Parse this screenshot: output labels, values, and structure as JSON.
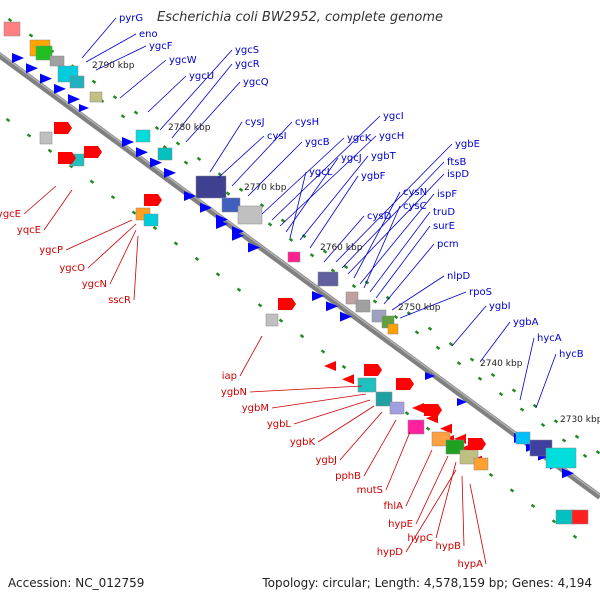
{
  "title": "Escherichia coli BW2952, complete genome",
  "footer": {
    "accession": "Accession: NC_012759",
    "summary": "Topology: circular; Length: 4,578,159 bp; Genes: 4,194"
  },
  "colors": {
    "plus_label": "#0000cc",
    "minus_label": "#cc0000",
    "plus_feature": "#0000ff",
    "minus_feature": "#ff0000",
    "backbone": "#808080",
    "tick": "#228b22"
  },
  "kbp_ticks": [
    "2790 kbp",
    "2780 kbp",
    "2770 kbp",
    "2760 kbp",
    "2750 kbp",
    "2740 kbp",
    "2730 kbp"
  ],
  "plus_genes": [
    "pyrG",
    "eno",
    "ygcF",
    "ygcW",
    "ygcU",
    "ygcS",
    "ygcR",
    "ygcQ",
    "cysJ",
    "cysI",
    "cysH",
    "ygcB",
    "ygcK",
    "ygcI",
    "ygcH",
    "ygcJ",
    "ygbT",
    "ygcL",
    "ygbF",
    "ygbE",
    "ftsB",
    "ispD",
    "cysN",
    "ispF",
    "cysC",
    "truD",
    "cysD",
    "surE",
    "pcm",
    "nlpD",
    "rpoS",
    "ygbI",
    "ygbA",
    "hycA",
    "hycB"
  ],
  "minus_genes": [
    "ygcE",
    "yqcE",
    "ygcP",
    "ygcO",
    "ygcN",
    "sscR",
    "iap",
    "ygbN",
    "ygbM",
    "ygbL",
    "ygbK",
    "ygbJ",
    "pphB",
    "mutS",
    "fhlA",
    "hypE",
    "hypC",
    "hypD",
    "hypB",
    "hypA"
  ]
}
